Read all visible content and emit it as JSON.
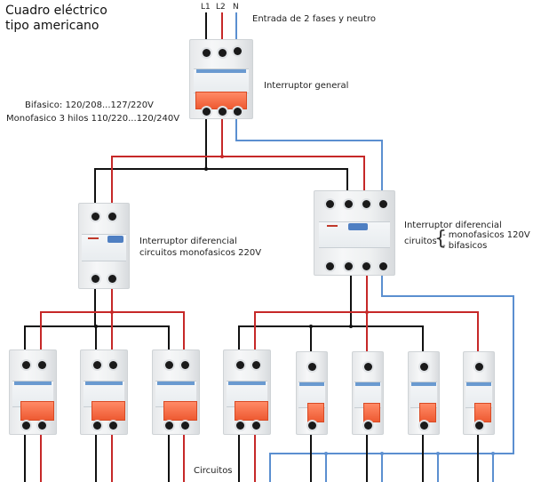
{
  "title": {
    "line1": "Cuadro eléctrico",
    "line2": "tipo americano"
  },
  "input": {
    "terminals": [
      "L1",
      "L2",
      "N"
    ],
    "label": "Entrada de 2 fases y neutro"
  },
  "voltages": {
    "bifasico": "Bifasico: 120/208...127/220V",
    "monofasico": "Monofasico 3 hilos 110/220...120/240V"
  },
  "main_breaker": {
    "label": "Interruptor general",
    "poles": 3
  },
  "rcd_left": {
    "line1": "Interruptor diferencial",
    "line2": "circuitos monofasicos 220V",
    "poles": 2
  },
  "rcd_right": {
    "line1": "Interruptor diferencial",
    "prefix": "ciruitos",
    "options": [
      "- monofasicos 120V",
      "- bifasicos"
    ],
    "poles": 4
  },
  "circuits_label": "Circuitos",
  "branch_breakers": [
    {
      "group": "left",
      "poles": 2
    },
    {
      "group": "left",
      "poles": 2
    },
    {
      "group": "left",
      "poles": 2
    },
    {
      "group": "right",
      "poles": 2
    },
    {
      "group": "right",
      "poles": 1
    },
    {
      "group": "right",
      "poles": 1
    },
    {
      "group": "right",
      "poles": 1
    },
    {
      "group": "right",
      "poles": 1
    }
  ],
  "colors": {
    "phase_l1": "#111111",
    "phase_l2": "#c62828",
    "neutral": "#5b8fd0",
    "lever": "#ef6035"
  }
}
